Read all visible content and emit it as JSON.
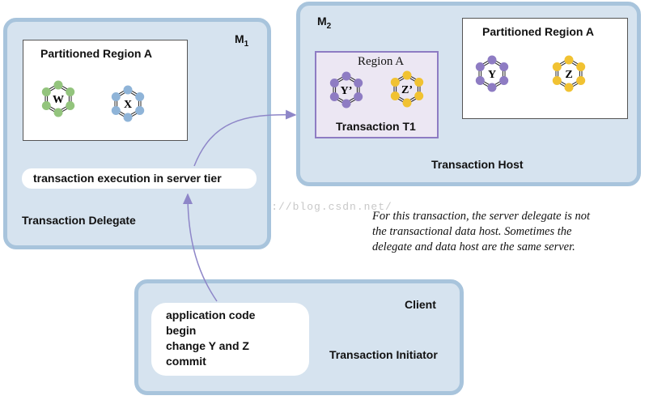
{
  "m1": {
    "machine_label": "M",
    "machine_sub": "1",
    "region_title": "Partitioned Region A",
    "nodes": [
      {
        "letter": "W",
        "color": "#93c47d"
      },
      {
        "letter": "X",
        "color": "#8fb4d8"
      }
    ],
    "execution_label": "transaction execution in server tier",
    "role_label": "Transaction Delegate"
  },
  "m2": {
    "machine_label": "M",
    "machine_sub": "2",
    "tx_region_title": "Region A",
    "tx_nodes": [
      {
        "letter": "Y’",
        "color": "#8e7cc3"
      },
      {
        "letter": "Z’",
        "color": "#f1c232"
      }
    ],
    "tx_label": "Transaction T1",
    "region_title": "Partitioned Region A",
    "nodes": [
      {
        "letter": "Y",
        "color": "#8e7cc3"
      },
      {
        "letter": "Z",
        "color": "#f1c232"
      }
    ],
    "role_label": "Transaction Host"
  },
  "client": {
    "title": "Client",
    "code_lines": [
      "application code",
      "begin",
      "change Y and Z",
      "commit"
    ],
    "role_label": "Transaction Initiator"
  },
  "note": {
    "lines": [
      "For this transaction, the server delegate is not",
      "the transactional data host. Sometimes the",
      "delegate and data host are the same server."
    ]
  },
  "watermark": "http://blog.csdn.net/"
}
